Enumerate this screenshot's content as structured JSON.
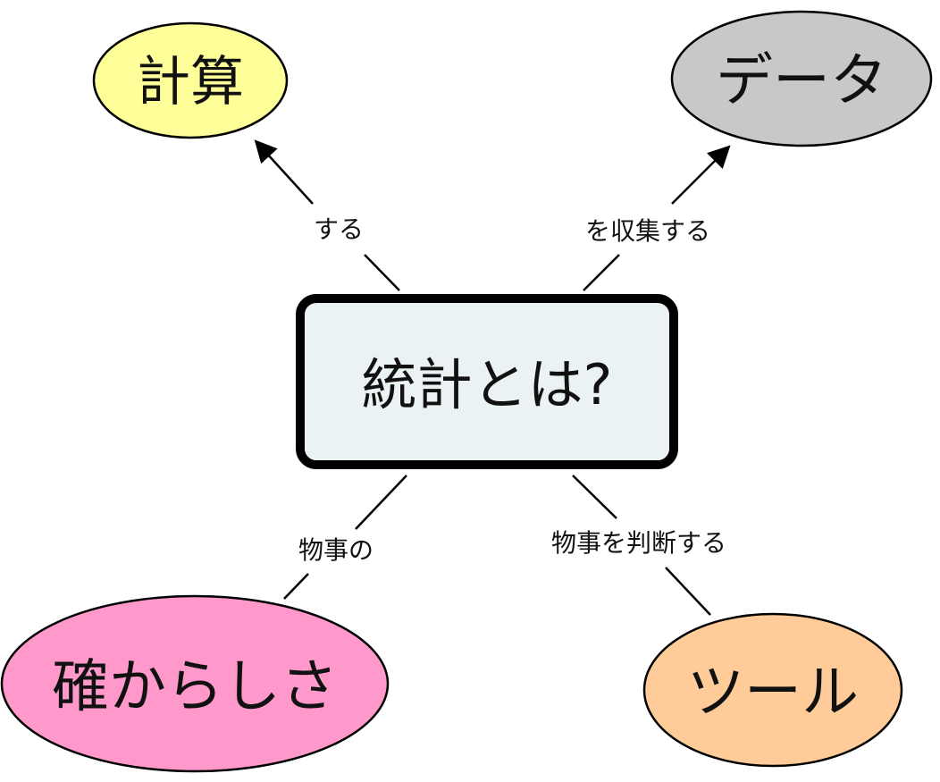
{
  "center": {
    "label": "統計とは?",
    "fill": "#eaf2f4"
  },
  "nodes": [
    {
      "id": "calc",
      "label": "計算",
      "fill": "#ffff99"
    },
    {
      "id": "data",
      "label": "データ",
      "fill": "#c8c8c8"
    },
    {
      "id": "likelihood",
      "label": "確からしさ",
      "fill": "#ff99cc"
    },
    {
      "id": "tool",
      "label": "ツール",
      "fill": "#ffcc99"
    }
  ],
  "edges": [
    {
      "to": "calc",
      "label": "する",
      "arrow": true
    },
    {
      "to": "data",
      "label": "を収集する",
      "arrow": true
    },
    {
      "to": "likelihood",
      "label": "物事の",
      "arrow": false
    },
    {
      "to": "tool",
      "label": "物事を判断する",
      "arrow": false
    }
  ]
}
